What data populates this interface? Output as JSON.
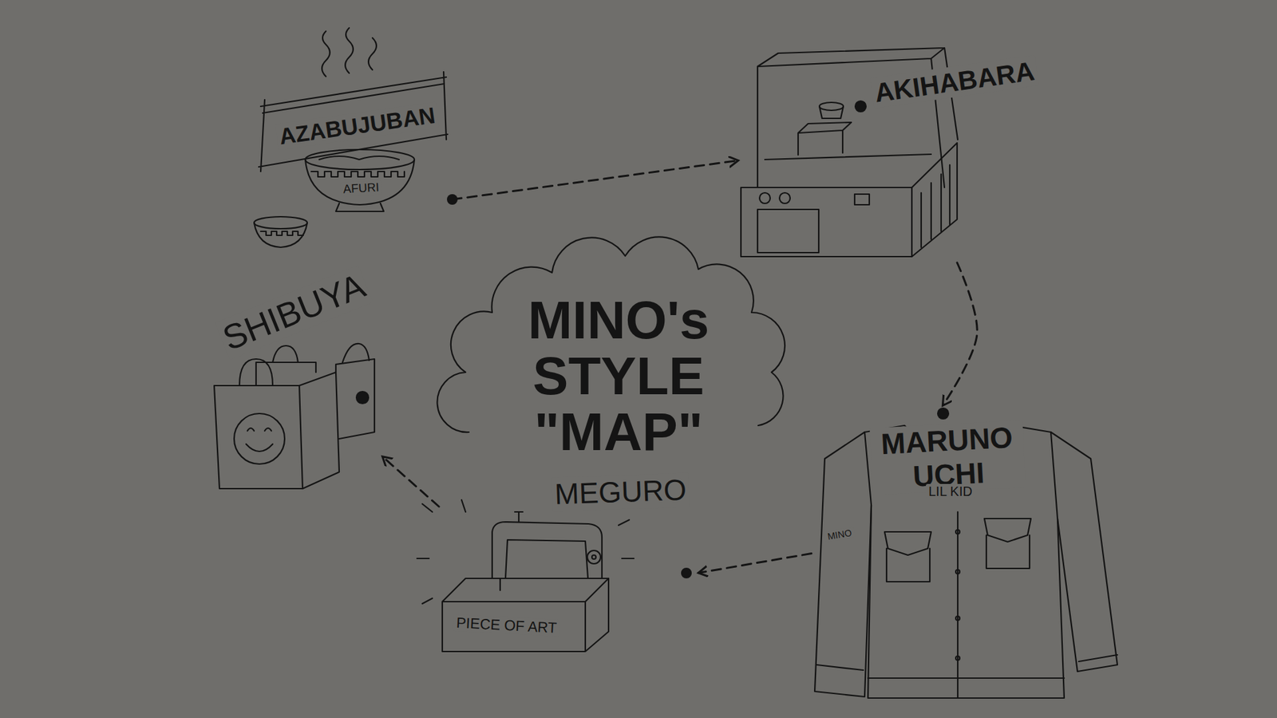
{
  "diagram": {
    "title": "MINO's STYLE \"MAP\"",
    "nodes": [
      {
        "text": [
          "AZABUJUBAN"
        ]
      },
      {
        "text": [
          "AKIHABARA"
        ]
      },
      {
        "text": [
          "MARUNO UCHI"
        ]
      },
      {
        "text": [
          "MEGURO"
        ]
      },
      {
        "text": [
          "SHIBUYA"
        ]
      }
    ],
    "edges": [
      {
        "from": 0,
        "to": 1,
        "arrow": "to"
      },
      {
        "from": 1,
        "to": 2,
        "arrow": "to"
      },
      {
        "from": 2,
        "to": 3,
        "arrow": "to"
      },
      {
        "from": 3,
        "to": 4,
        "arrow": "to"
      }
    ],
    "labels": [
      "AFURI",
      "LIL KID",
      "MINO",
      "PIECE OF ART"
    ]
  }
}
